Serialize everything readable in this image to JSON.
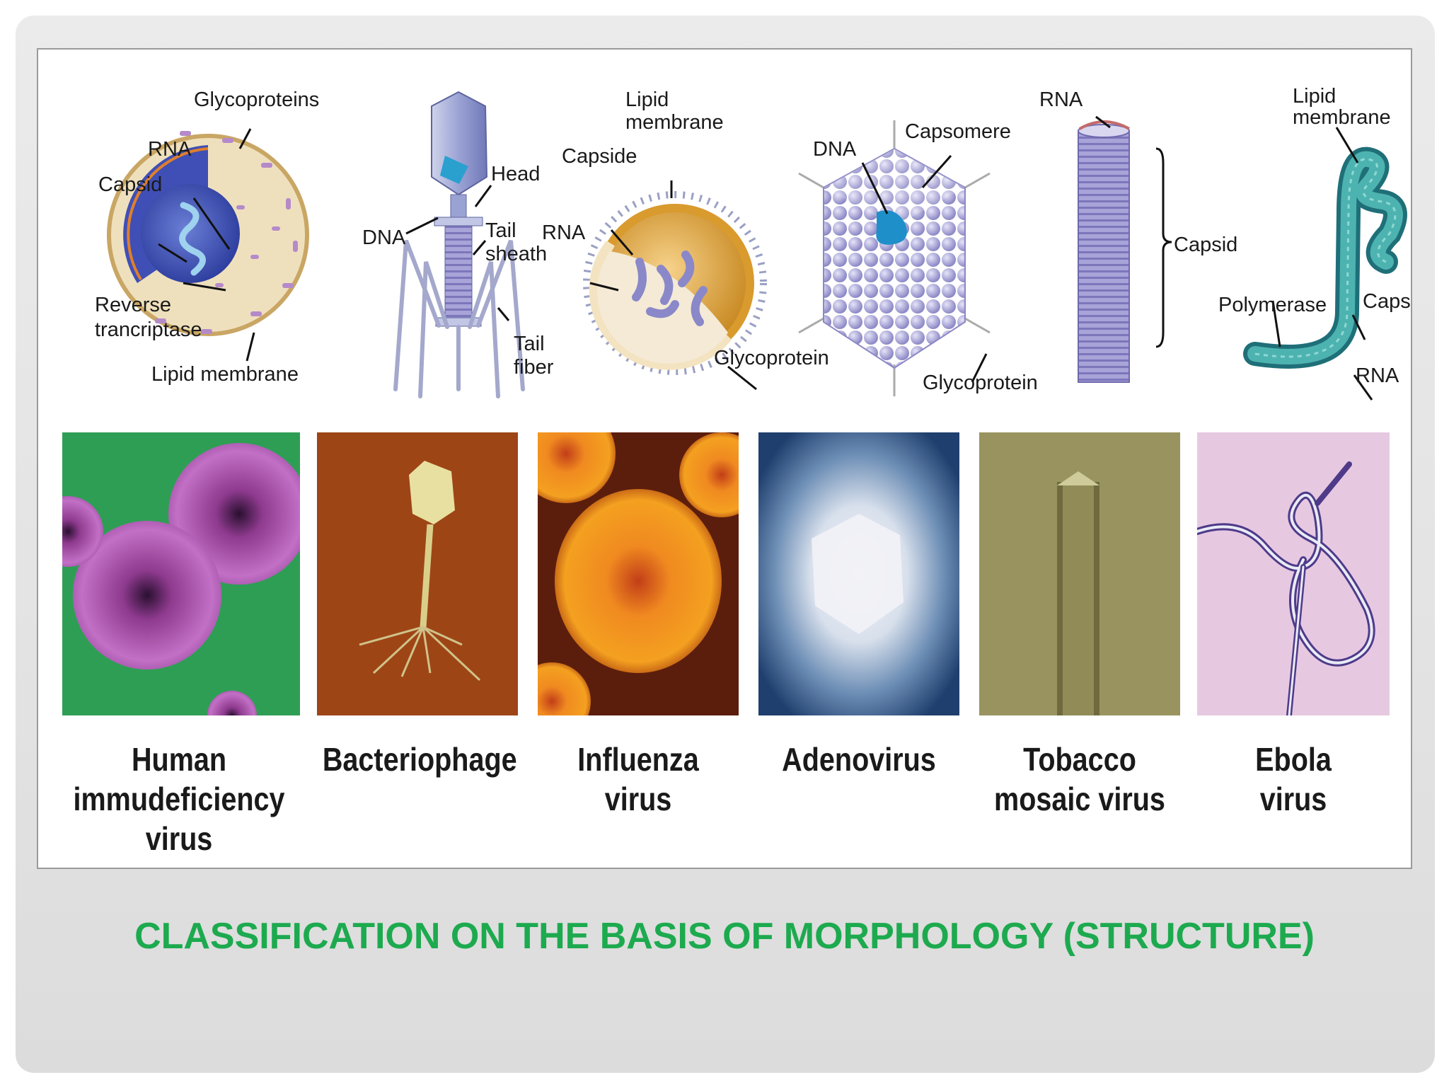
{
  "slide_title": "CLASSIFICATION ON THE BASIS OF MORPHOLOGY (STRUCTURE)",
  "colors": {
    "title": "#1daa4f",
    "border": "#9a9a9a"
  },
  "diagrams": {
    "hiv": {
      "glycoproteins": "Glycoproteins",
      "rna": "RNA",
      "capsid": "Capsid",
      "reverse": "Reverse",
      "trancriptase": "trancriptase",
      "lipid_membrane": "Lipid membrane"
    },
    "phage": {
      "head": "Head",
      "dna": "DNA",
      "tail": "Tail",
      "sheath": "sheath",
      "tail2": "Tail",
      "fiber": "fiber"
    },
    "influenza": {
      "lipid": "Lipid",
      "membrane": "membrane",
      "capside": "Capside",
      "rna": "RNA",
      "glycoprotein": "Glycoprotein"
    },
    "adeno": {
      "dna": "DNA",
      "capsomere": "Capsomere",
      "glycoprotein": "Glycoprotein"
    },
    "tobacco": {
      "rna": "RNA",
      "capsid": "Capsid"
    },
    "ebola": {
      "lipid": "Lipid",
      "membrane": "membrane",
      "polymerase": "Polymerase",
      "capsid": "Capsid",
      "rna": "RNA"
    }
  },
  "captions": [
    {
      "lines": [
        "Human",
        "immudeficiency",
        "virus"
      ]
    },
    {
      "lines": [
        "Bacteriophage"
      ]
    },
    {
      "lines": [
        "Influenza",
        "virus"
      ]
    },
    {
      "lines": [
        "Adenovirus"
      ]
    },
    {
      "lines": [
        "Tobacco",
        "mosaic virus"
      ]
    },
    {
      "lines": [
        "Ebola",
        "virus"
      ]
    }
  ]
}
